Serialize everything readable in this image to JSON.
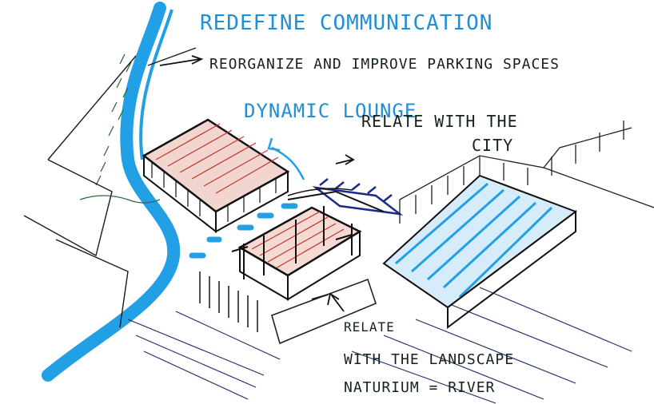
{
  "annotations": {
    "redefine": "REDEFINE COMMUNICATION",
    "parking": "REORGANIZE AND IMPROVE PARKING SPACES",
    "lounge": "DYNAMIC LOUNGE",
    "relate_city_1": "RELATE WITH THE",
    "relate_city_2": "CITY",
    "relate_land_1": "RELATE",
    "relate_land_2": "WITH THE LANDSCAPE",
    "relate_land_3": "NATURIUM = RIVER"
  },
  "colors": {
    "river_blue": "#1f8fd6",
    "ink": "#15231a",
    "red_hatch": "#c8322a",
    "navy": "#1b2a8c"
  }
}
